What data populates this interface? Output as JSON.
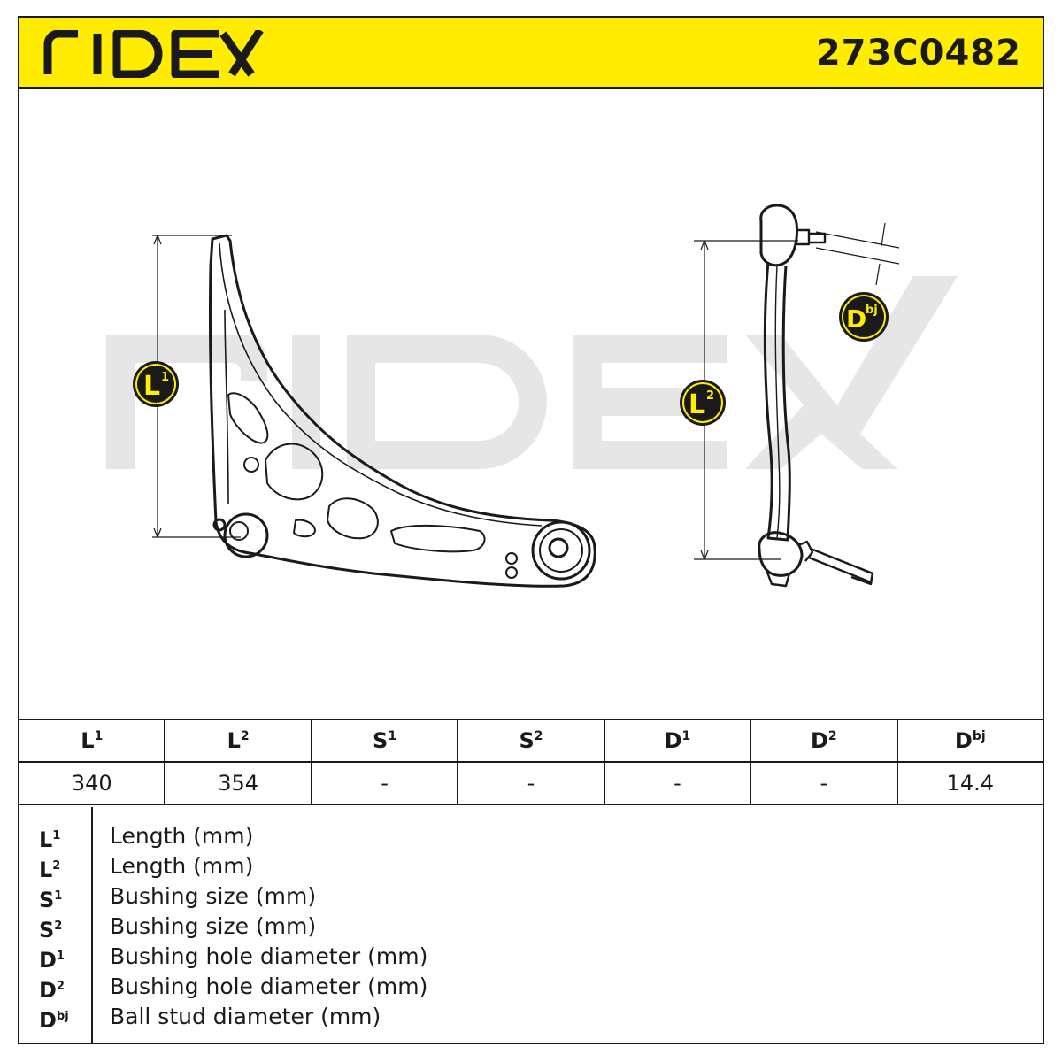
{
  "header": {
    "brand": "RIDEX",
    "part_number": "273C0482",
    "colors": {
      "accent": "#ffec00",
      "ink": "#1a1a1a",
      "watermark": "#e6e6e6"
    }
  },
  "diagram": {
    "watermark": "RIDEX",
    "callouts": {
      "l1": {
        "base": "L",
        "sup": "1"
      },
      "l2": {
        "base": "L",
        "sup": "2"
      },
      "dbj": {
        "base": "D",
        "sup": "bj"
      }
    }
  },
  "table": {
    "headers": [
      {
        "base": "L",
        "sup": "1"
      },
      {
        "base": "L",
        "sup": "2"
      },
      {
        "base": "S",
        "sup": "1"
      },
      {
        "base": "S",
        "sup": "2"
      },
      {
        "base": "D",
        "sup": "1"
      },
      {
        "base": "D",
        "sup": "2"
      },
      {
        "base": "D",
        "sup": "bj"
      }
    ],
    "values": [
      "340",
      "354",
      "-",
      "-",
      "-",
      "-",
      "14.4"
    ]
  },
  "legend": [
    {
      "base": "L",
      "sup": "1",
      "desc": "Length (mm)"
    },
    {
      "base": "L",
      "sup": "2",
      "desc": "Length (mm)"
    },
    {
      "base": "S",
      "sup": "1",
      "desc": "Bushing size (mm)"
    },
    {
      "base": "S",
      "sup": "2",
      "desc": "Bushing size (mm)"
    },
    {
      "base": "D",
      "sup": "1",
      "desc": "Bushing hole diameter (mm)"
    },
    {
      "base": "D",
      "sup": "2",
      "desc": "Bushing hole diameter (mm)"
    },
    {
      "base": "D",
      "sup": "bj",
      "desc": "Ball stud diameter (mm)"
    }
  ]
}
